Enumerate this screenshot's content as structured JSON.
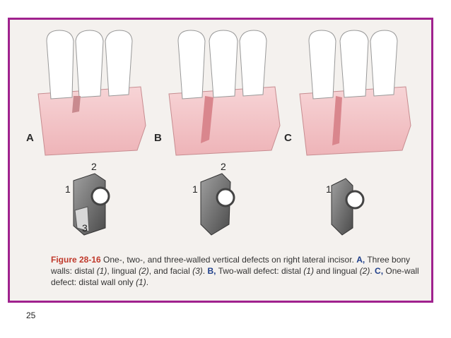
{
  "figure": {
    "panels": [
      {
        "letter": "A",
        "walls": [
          "2",
          "1",
          "3"
        ]
      },
      {
        "letter": "B",
        "walls": [
          "2",
          "1"
        ]
      },
      {
        "letter": "C",
        "walls": [
          "1"
        ]
      }
    ]
  },
  "caption": {
    "label": "Figure 28-16",
    "title": " One-, two-, and three-walled vertical defects on right lateral incisor.",
    "a_ref": "A,",
    "a_text": " Three bony walls: distal ",
    "a_d": "(1)",
    "a_sep1": ", lingual ",
    "a_l": "(2)",
    "a_sep2": ", and facial ",
    "a_f": "(3)",
    "a_end": ". ",
    "b_ref": "B,",
    "b_text": " Two-wall defect: distal ",
    "b_d": "(1)",
    "b_sep": " and lingual ",
    "b_l": "(2)",
    "b_end": ". ",
    "c_ref": "C,",
    "c_text": " One-wall defect: distal wall only ",
    "c_d": "(1)",
    "c_end": "."
  },
  "page_number": "25",
  "colors": {
    "frame": "#a0228e",
    "gum": "#f3c7c9",
    "tooth": "#ffffff",
    "bone": "#7a7a7a"
  }
}
